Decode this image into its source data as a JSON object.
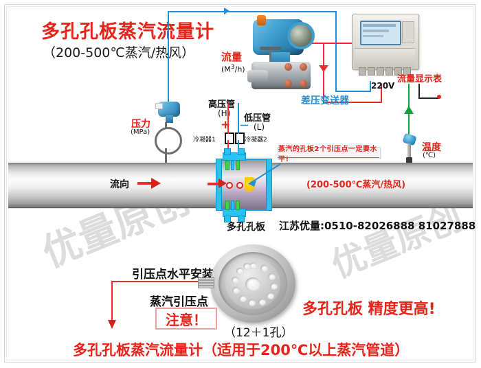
{
  "meta": {
    "title_main": "多孔孔板蒸汽流量计",
    "title_sub": "（200-500℃蒸汽/热风）"
  },
  "watermark": {
    "text": "优量原创"
  },
  "labels": {
    "pressure_name": "压力",
    "pressure_unit": "(MPa)",
    "flow_name": "流量",
    "flow_unit_pre": "(M",
    "flow_unit_sup": "3",
    "flow_unit_post": "/h)",
    "high_pressure_pipe": "高压管",
    "high_pressure_h": "(H)",
    "high_pressure_sign": "+",
    "low_pressure_pipe": "低压管",
    "low_pressure_l": "(L)",
    "low_pressure_sign": "－",
    "condenser1": "冷凝器1",
    "condenser2": "冷凝器2",
    "dp_transmitter": "差压变送器",
    "flow_display_meter": "流量显示表",
    "voltage": "220V",
    "temperature_name": "温度",
    "temperature_unit": "(℃)",
    "flow_direction": "流向",
    "orifice_plate": "多孔孔板",
    "pipe_medium": "(200-500℃蒸汽/热风)",
    "warning_on_pipe": "蒸汽的孔板2个引压点一定要水平!",
    "company_contact": "江苏优量:0510-82026888  81027888"
  },
  "bottom": {
    "install_note": "引压点水平安装",
    "tap_point": "蒸汽引压点",
    "attention": "注意！",
    "hole_count": "（12＋1孔）",
    "accuracy_claim": "多孔孔板 精度更高!",
    "footer": "多孔孔板蒸汽流量计（适用于200℃以上蒸汽管道）"
  },
  "colors": {
    "red": "#e8231a",
    "blue": "#1f8fd6",
    "green": "#15a03a",
    "cyan": "#29c3f2",
    "black": "#222222"
  }
}
